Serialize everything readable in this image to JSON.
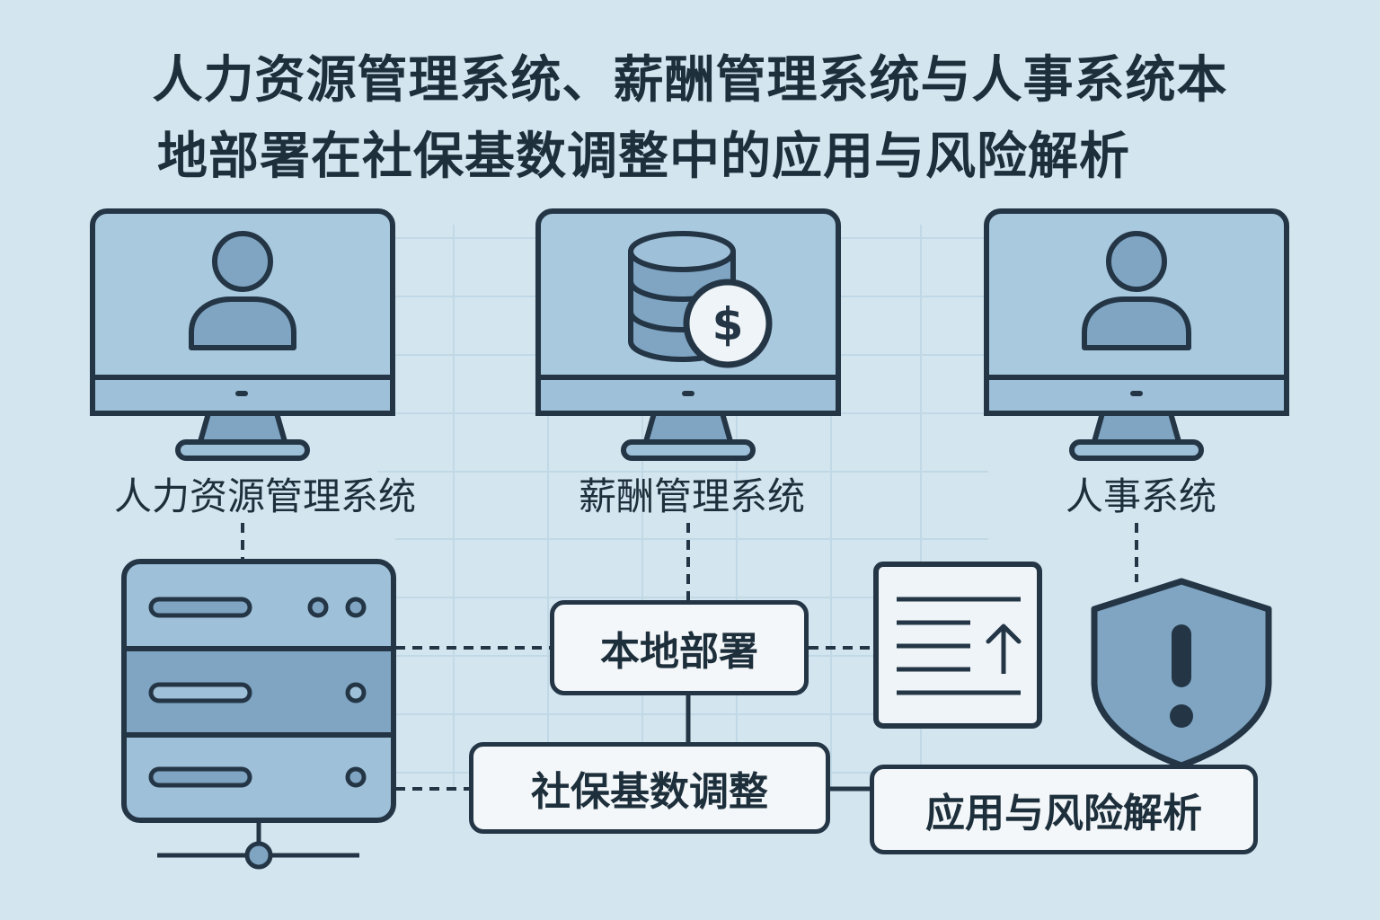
{
  "title": {
    "line1": "人力资源管理系统、薪酬管理系统与人事系统本",
    "line2": "地部署在社保基数调整中的应用与风险解析"
  },
  "systems": {
    "hr": {
      "label": "人力资源管理系统",
      "icon": "user-icon"
    },
    "payroll": {
      "label": "薪酬管理系统",
      "icon": "database-dollar-icon"
    },
    "personnel": {
      "label": "人事系统",
      "icon": "user-icon"
    }
  },
  "boxes": {
    "local_deploy": "本地部署",
    "social_base": "社保基数调整",
    "risk": "应用与风险解析"
  },
  "icons": {
    "server": "server-rack-icon",
    "document": "document-upload-icon",
    "shield": "shield-warning-icon",
    "dollar_glyph": "$"
  },
  "colors": {
    "background": "#d3e5ee",
    "stroke": "#243646",
    "screen_fill": "#a9c9df",
    "accent_fill": "#7fa5c3",
    "box_fill": "#f3f7f9"
  }
}
